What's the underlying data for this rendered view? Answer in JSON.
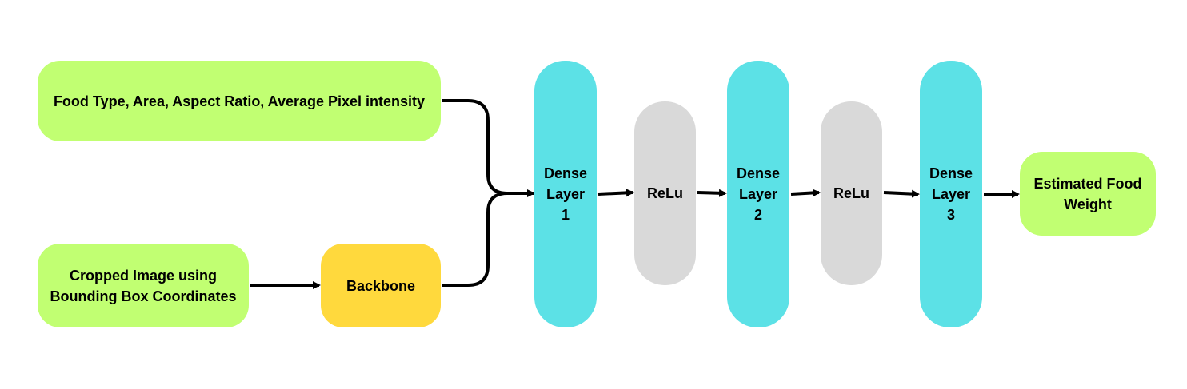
{
  "nodes": {
    "features": {
      "label": "Food Type, Area, Aspect Ratio, Average Pixel intensity"
    },
    "cropped": {
      "label": "Cropped Image using\nBounding Box Coordinates"
    },
    "backbone": {
      "label": "Backbone"
    },
    "dense1": {
      "label": "Dense\nLayer\n1"
    },
    "relu1": {
      "label": "ReLu"
    },
    "dense2": {
      "label": "Dense\nLayer\n2"
    },
    "relu2": {
      "label": "ReLu"
    },
    "dense3": {
      "label": "Dense\nLayer\n3"
    },
    "output": {
      "label": "Estimated Food\nWeight"
    }
  },
  "edges": [
    {
      "from": "features",
      "to": "dense1"
    },
    {
      "from": "cropped",
      "to": "backbone"
    },
    {
      "from": "backbone",
      "to": "dense1"
    },
    {
      "from": "dense1",
      "to": "relu1"
    },
    {
      "from": "relu1",
      "to": "dense2"
    },
    {
      "from": "dense2",
      "to": "relu2"
    },
    {
      "from": "relu2",
      "to": "dense3"
    },
    {
      "from": "dense3",
      "to": "output"
    }
  ],
  "colors": {
    "input_fill": "#c1ff72",
    "backbone_fill": "#ffd93d",
    "dense_fill": "#5ce1e6",
    "relu_fill": "#d9d9d9",
    "connector": "#000000"
  }
}
